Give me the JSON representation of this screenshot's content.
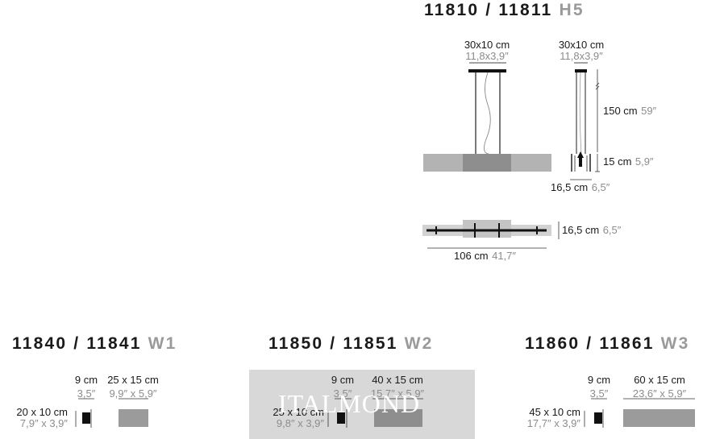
{
  "h5": {
    "code": "11810 / 11811",
    "variant": "H5",
    "top_left_cm": "30x10 cm",
    "top_left_in": "11,8x3,9″",
    "top_right_cm": "30x10 cm",
    "top_right_in": "11,8x3,9″",
    "cable_cm": "150 cm",
    "cable_in": "59″",
    "height_cm": "15 cm",
    "height_in": "5,9″",
    "side_depth_cm": "16,5 cm",
    "side_depth_in": "6,5″",
    "plan_depth_cm": "16,5 cm",
    "plan_depth_in": "6,5″",
    "width_cm": "106 cm",
    "width_in": "41,7″"
  },
  "w1": {
    "code": "11840 / 11841",
    "variant": "W1",
    "depth_cm": "9 cm",
    "depth_in": "3,5″",
    "shade_cm": "25 x 15 cm",
    "shade_in": "9,9″ x 5,9″",
    "base_cm": "20 x 10 cm",
    "base_in": "7,9″ x 3,9″"
  },
  "w2": {
    "code": "11850 / 11851",
    "variant": "W2",
    "depth_cm": "9 cm",
    "depth_in": "3,5″",
    "shade_cm": "40 x 15 cm",
    "shade_in": "15,7″ x 5,9″",
    "base_cm": "25 x 10 cm",
    "base_in": "9,8″ x 3,9″"
  },
  "w3": {
    "code": "11860 / 11861",
    "variant": "W3",
    "depth_cm": "9 cm",
    "depth_in": "3,5″",
    "shade_cm": "60 x 15 cm",
    "shade_in": "23,6″ x 5,9″",
    "base_cm": "45 x 10 cm",
    "base_in": "17,7″ x 3,9″"
  },
  "watermark": "ITALMOND",
  "colors": {
    "shade_light": "#b3b3b3",
    "shade_dark": "#8e8e8e",
    "panel": "#d8d8d8",
    "variant_text": "#9a9a9a",
    "imperial_text": "#8c8c8c"
  }
}
